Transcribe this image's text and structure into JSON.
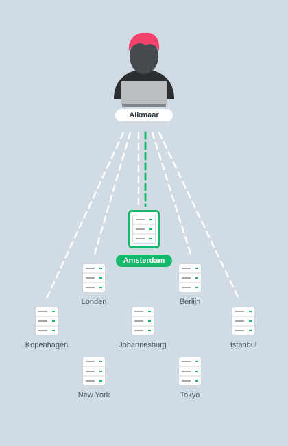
{
  "origin": {
    "label": "Alkmaar"
  },
  "hub": {
    "label": "Amsterdam"
  },
  "nodes": [
    {
      "label": "Londen"
    },
    {
      "label": "Berlijn"
    },
    {
      "label": "Kopenhagen"
    },
    {
      "label": "Johannesburg"
    },
    {
      "label": "Istanbul"
    },
    {
      "label": "New York"
    },
    {
      "label": "Tokyo"
    }
  ],
  "colors": {
    "background": "#d1dbe4",
    "accent": "#14b96a",
    "hair": "#f2416a",
    "dashed_line": "#ffffff"
  },
  "icons": {
    "user": "person-with-laptop-icon",
    "server": "server-rack-icon"
  }
}
